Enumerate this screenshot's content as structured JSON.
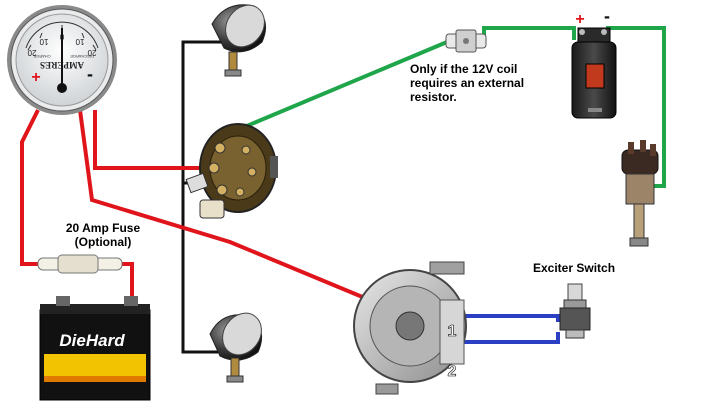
{
  "ammeter": {
    "scale_left": [
      "10",
      "20"
    ],
    "scale_center": "0",
    "scale_right": [
      "10",
      "20"
    ],
    "sub_left": "CHARGE",
    "sub_right": "DISCHARGE",
    "unit": "AMPERES",
    "plus": "+",
    "minus": "-"
  },
  "labels": {
    "fuse": "20 Amp Fuse",
    "fuse_note": "(Optional)",
    "resistor_line1": "Only if the 12V coil",
    "resistor_line2": "requires an external",
    "resistor_line3": "resistor.",
    "exciter": "Exciter Switch"
  },
  "battery": {
    "brand": "DieHard"
  },
  "coil": {
    "plus": "+",
    "minus": "-"
  },
  "alternator": {
    "terminal_1": "1",
    "terminal_2": "2"
  },
  "colors": {
    "red_wire": "#e0151c",
    "green_wire": "#1fa64a",
    "blue_wire": "#2b3fc2",
    "black_wire": "#111111"
  }
}
